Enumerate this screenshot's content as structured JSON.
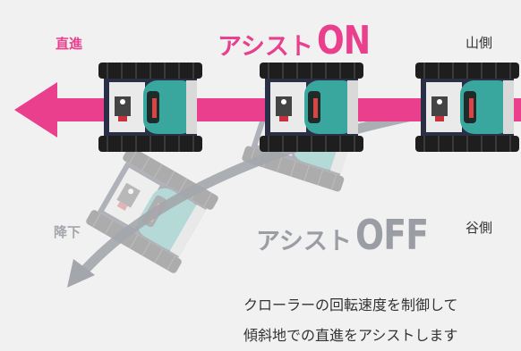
{
  "labels": {
    "forward": "直進",
    "descend": "降下",
    "mountain_side": "山側",
    "valley_side": "谷側"
  },
  "assist_on": {
    "kana": "アシスト",
    "state": "ON"
  },
  "assist_off": {
    "kana": "アシスト",
    "state": "OFF"
  },
  "description": {
    "line1": "クローラーの回転速度を制御して",
    "line2": "傾斜地での直進をアシストします"
  },
  "colors": {
    "accent": "#e93f8c",
    "off_gray": "#9a9da3",
    "background": "#f1f1f2",
    "robot_body": "#3aa9a0",
    "track": "#222222"
  }
}
